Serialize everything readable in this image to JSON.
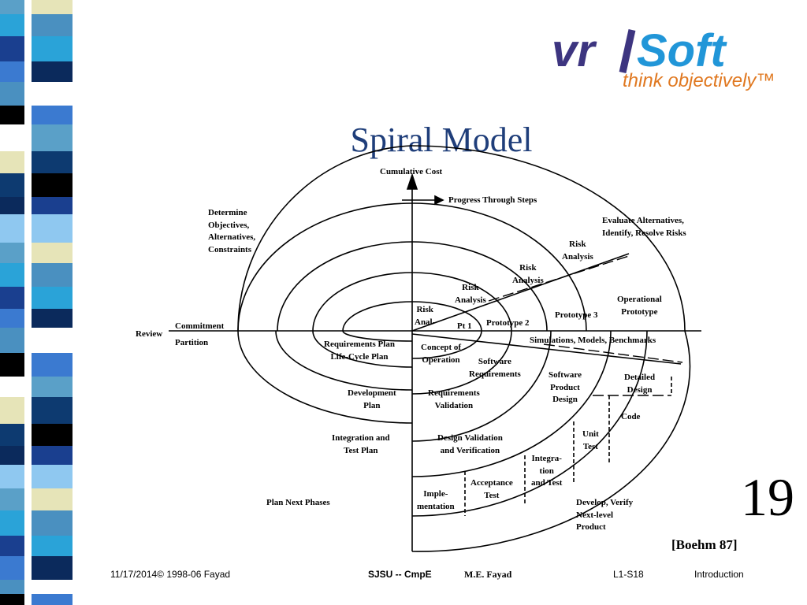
{
  "slide": {
    "title": "Spiral Model",
    "page_number": "19",
    "citation": "[Boehm 87]"
  },
  "logo": {
    "brand": "vr|Soft",
    "tagline": "think objectively™",
    "colors": {
      "vr": "#3d3580",
      "soft": "#2196d8",
      "tagline": "#e07820"
    }
  },
  "diagram": {
    "y_axis_label": "Cumulative Cost",
    "progress_label": "Progress Through Steps",
    "quadrants": {
      "top_left": [
        "Determine",
        "Objectives,",
        "Alternatives,",
        "Constraints"
      ],
      "top_right": [
        "Evaluate Alternatives,",
        "Identify, Resolve Risks"
      ],
      "bottom_left": "Plan Next Phases",
      "bottom_right": [
        "Develop, Verify",
        "Next-level",
        "Product"
      ]
    },
    "left_labels": {
      "review": "Review",
      "commitment": "Commitment",
      "partition": "Partition"
    },
    "risk_analysis": [
      {
        "line1": "Risk",
        "line2": "Anal-"
      },
      {
        "line1": "Risk",
        "line2": "Analysis"
      },
      {
        "line1": "Risk",
        "line2": "Analysis"
      },
      {
        "line1": "Risk",
        "line2": "Analysis"
      }
    ],
    "prototypes": {
      "pt1": "Pt 1",
      "p2": "Prototype 2",
      "p3": "Prototype 3",
      "operational": [
        "Operational",
        "Prototype"
      ]
    },
    "simulations": "Simulations, Models, Benchmarks",
    "plans": {
      "requirements": [
        "Requirements Plan",
        "Life-Cycle Plan"
      ],
      "development": [
        "Development",
        "Plan"
      ],
      "integration": [
        "Integration and",
        "Test Plan"
      ]
    },
    "steps": {
      "concept": [
        "Concept of",
        "Operation"
      ],
      "software_requirements": [
        "Software",
        "Requirements"
      ],
      "requirements_validation": [
        "Requirements",
        "Validation"
      ],
      "software_product_design": [
        "Software",
        "Product",
        "Design"
      ],
      "design_validation": [
        "Design Validation",
        "and Verification"
      ],
      "detailed_design": [
        "Detailed",
        "Design"
      ],
      "code": "Code",
      "unit_test": [
        "Unit",
        "Test"
      ],
      "integration_test": [
        "Integra-",
        "tion",
        "and Test"
      ],
      "acceptance_test": [
        "Acceptance",
        "Test"
      ],
      "implementation": [
        "Imple-",
        "mentation"
      ]
    }
  },
  "footer": {
    "date_copyright": "11/17/2014© 1998-06 Fayad",
    "course": "SJSU -- CmpE",
    "author": "M.E. Fayad",
    "slide_id": "L1-S18",
    "section": "Introduction"
  }
}
